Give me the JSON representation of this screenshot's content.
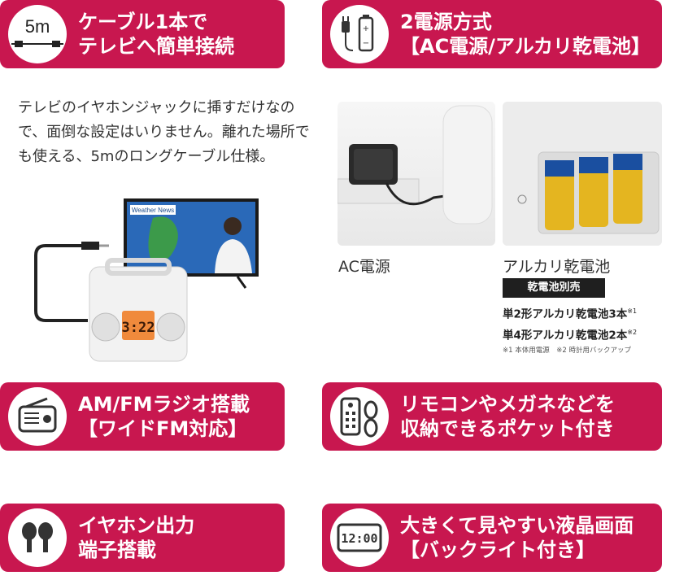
{
  "feature_cable": {
    "badge_text": "5m",
    "title_line1": "ケーブル1本で",
    "title_line2": "テレビへ簡単接続",
    "icon": "cable-plug-icon",
    "desc": "テレビのイヤホンジャックに挿すだけなので、面倒な設定はいりません。離れた場所でも使える、5mのロングケーブル仕様。",
    "tv_screen_text": "Weather News",
    "lcd_text": "3:22"
  },
  "feature_power": {
    "title_line1": "2電源方式",
    "title_line2": "【AC電源/アルカリ乾電池】",
    "icon": "power-battery-icon",
    "ac_label": "AC電源",
    "battery_label": "アルカリ乾電池",
    "battery_tag": "乾電池別売",
    "cell_1": "単2形アルカリ乾電池3本",
    "cell_1_mark": "※1",
    "cell_2": "単4形アルカリ乾電池2本",
    "cell_2_mark": "※2",
    "note": "※1 本体用電源　※2 時計用バックアップ"
  },
  "feature_radio": {
    "title_line1": "AM/FMラジオ搭載",
    "title_line2": "【ワイドFM対応】",
    "icon": "radio-icon"
  },
  "feature_pocket": {
    "title_line1": "リモコンやメガネなどを",
    "title_line2": "収納できるポケット付き",
    "icon": "remote-glasses-icon"
  },
  "feature_earphone": {
    "title_line1": "イヤホン出力",
    "title_line2": "端子搭載",
    "icon": "earphone-icon"
  },
  "feature_display": {
    "title_line1": "大きくて見やすい液晶画面",
    "title_line2": "【バックライト付き】",
    "icon": "lcd-clock-icon",
    "clock_text": "12:00"
  },
  "colors": {
    "accent": "#c8174f"
  }
}
